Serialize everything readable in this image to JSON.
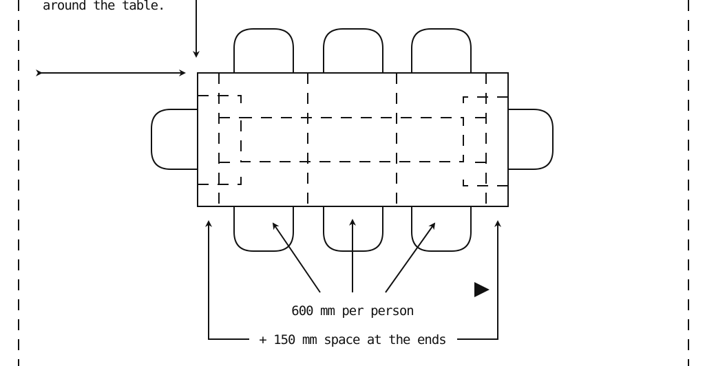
{
  "diagram": {
    "top_note": "around the table.",
    "label_line1": "600 mm per person",
    "label_line2": "+ 150 mm space at the ends",
    "icon": "play-icon"
  }
}
